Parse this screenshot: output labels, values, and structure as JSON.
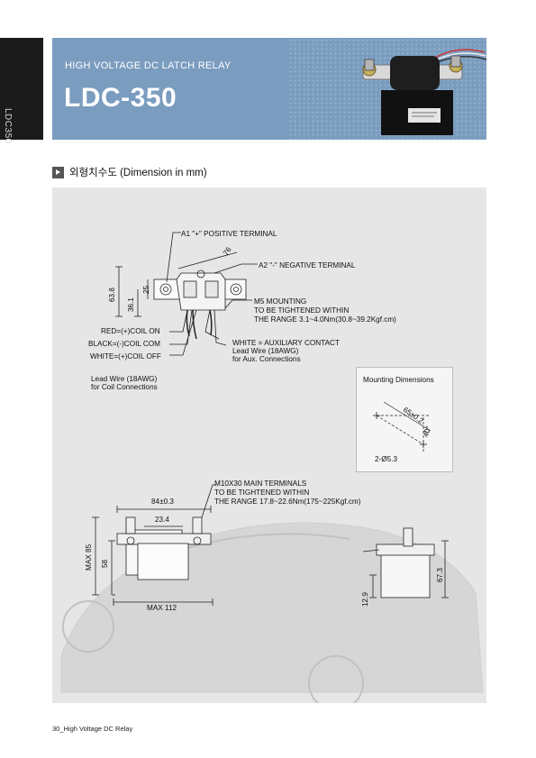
{
  "side_tab": {
    "text": "LDC350"
  },
  "header": {
    "subtitle": "HIGH VOLTAGE DC LATCH RELAY",
    "title": "LDC-350"
  },
  "section": {
    "title": "외형치수도 (Dimension in mm)"
  },
  "top_view": {
    "a1": "A1 \"+\" POSITIVE TERMINAL",
    "a2": "A2 \"-\" NEGATIVE TERMINAL",
    "dim_76": "76",
    "dim_63_8": "63.8",
    "dim_36_1": "36.1",
    "dim_25": "25",
    "m5_line1": "M5 MOUNTING",
    "m5_line2": "TO BE TIGHTENED WITHIN",
    "m5_line3": "THE RANGE 3.1~4.0Nm(30.8~39.2Kgf.cm)",
    "red": "RED=(+)COIL ON",
    "black": "BLACK=(-)COIL COM",
    "white_off": "WHITE=(+)COIL OFF",
    "white_aux1": "WHITE = AUXILIARY CONTACT",
    "white_aux2": "Lead Wire (18AWG)",
    "white_aux3": "for Aux. Connections",
    "coil_wire1": "Lead Wire (18AWG)",
    "coil_wire2": "for Coil Connections"
  },
  "mounting": {
    "title": "Mounting Dimensions",
    "dim_65": "65±0.2",
    "dim_40": "40°",
    "holes": "2-Ø5.3"
  },
  "front_view": {
    "m10_line1": "M10X30 MAIN TERMINALS",
    "m10_line2": "TO BE TIGHTENED WITHIN",
    "m10_line3": "THE RANGE 17.8~22.6Nm(175~225Kgf.cm)",
    "dim_84": "84±0.3",
    "dim_23_4": "23.4",
    "dim_max85": "MAX 85",
    "dim_58": "58",
    "dim_max112": "MAX 112"
  },
  "side_view": {
    "dim_67_3": "67.3",
    "dim_12_9": "12.9"
  },
  "footer": {
    "text": "30_High Voltage DC Relay"
  }
}
